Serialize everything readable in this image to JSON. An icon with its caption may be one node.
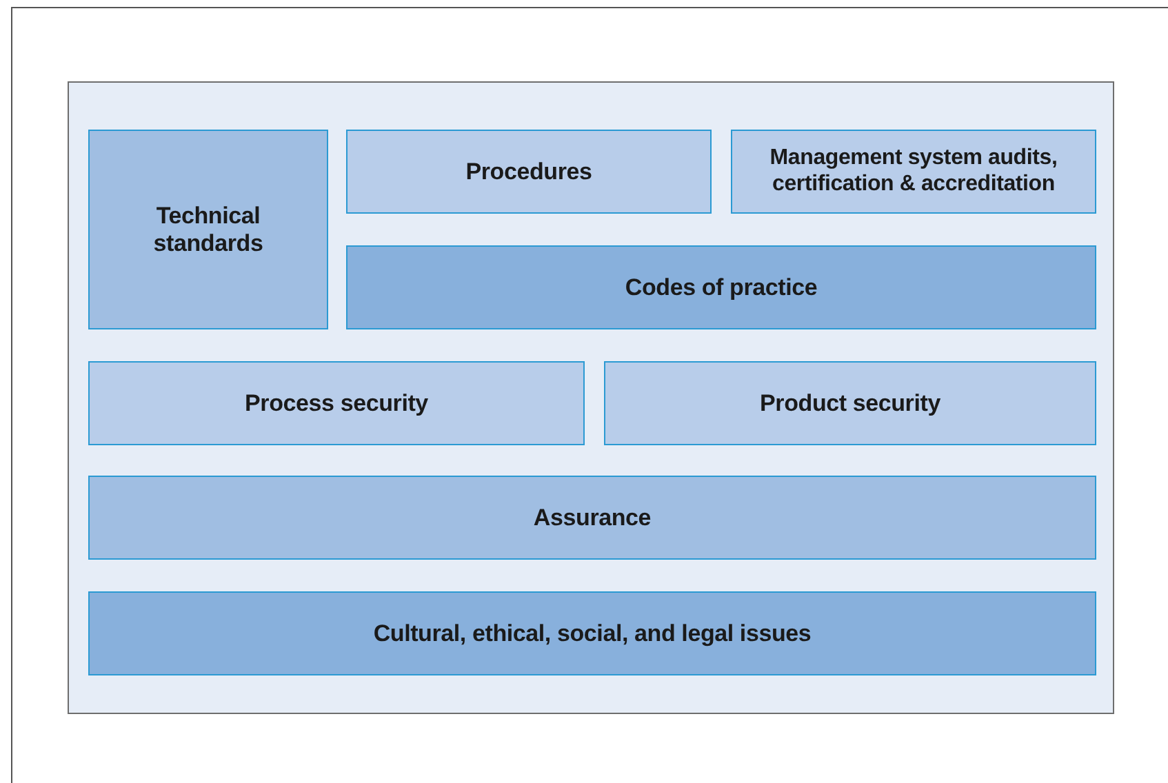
{
  "diagram": {
    "nodes": [
      {
        "text": [],
        "shape": "box"
      },
      {
        "text": [
          "Technical standards"
        ],
        "in": 0
      },
      {
        "text": [
          "Procedures"
        ],
        "in": 0
      },
      {
        "text": [
          "Management system audits, certification & accreditation"
        ],
        "in": 0
      },
      {
        "text": [
          "Codes of practice"
        ],
        "in": 0
      },
      {
        "text": [
          "Process security"
        ],
        "in": 0
      },
      {
        "text": [
          "Product security"
        ],
        "in": 0
      },
      {
        "text": [
          "Assurance"
        ],
        "in": 0
      },
      {
        "text": [
          "Cultural, ethical, social, and legal issues"
        ],
        "in": 0
      }
    ]
  }
}
